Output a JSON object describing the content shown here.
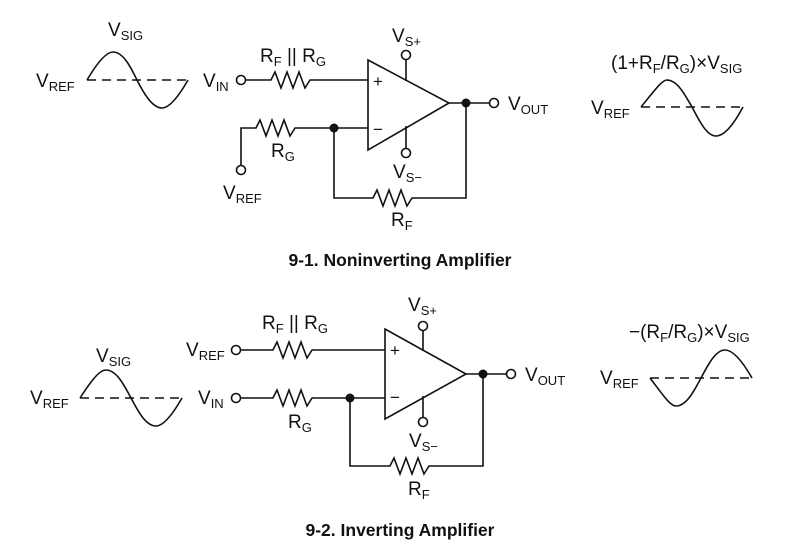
{
  "figures": [
    {
      "id": "noninverting",
      "caption": "9-1. Noninverting Amplifier",
      "input_waveform": {
        "label_main": "V",
        "label_sub": "SIG",
        "ref_main": "V",
        "ref_sub": "REF",
        "phase": "positive-first"
      },
      "inputs": {
        "plus_terminal": {
          "main": "V",
          "sub": "IN"
        },
        "minus_terminal": {
          "main": "V",
          "sub": "REF"
        }
      },
      "resistors": {
        "plus_path": {
          "r1": "R",
          "r1_sub": "F",
          "sep": " || ",
          "r2": "R",
          "r2_sub": "G"
        },
        "gain": {
          "main": "R",
          "sub": "G"
        },
        "feedback": {
          "main": "R",
          "sub": "F"
        }
      },
      "opamp": {
        "plus_sign": "+",
        "minus_sign": "−",
        "supply_pos": {
          "main": "V",
          "sub": "S+"
        },
        "supply_neg": {
          "main": "V",
          "sub": "S−"
        }
      },
      "output": {
        "main": "V",
        "sub": "OUT"
      },
      "output_waveform": {
        "formula": [
          "(1+R",
          "F",
          "/R",
          "G",
          ")×V",
          "SIG"
        ],
        "ref_main": "V",
        "ref_sub": "REF",
        "phase": "positive-first"
      }
    },
    {
      "id": "inverting",
      "caption": "9-2. Inverting Amplifier",
      "input_waveform": {
        "label_main": "V",
        "label_sub": "SIG",
        "ref_main": "V",
        "ref_sub": "REF",
        "phase": "positive-first"
      },
      "inputs": {
        "plus_terminal": {
          "main": "V",
          "sub": "REF"
        },
        "minus_terminal": {
          "main": "V",
          "sub": "IN"
        }
      },
      "resistors": {
        "plus_path": {
          "r1": "R",
          "r1_sub": "F",
          "sep": " || ",
          "r2": "R",
          "r2_sub": "G"
        },
        "gain": {
          "main": "R",
          "sub": "G"
        },
        "feedback": {
          "main": "R",
          "sub": "F"
        }
      },
      "opamp": {
        "plus_sign": "+",
        "minus_sign": "−",
        "supply_pos": {
          "main": "V",
          "sub": "S+"
        },
        "supply_neg": {
          "main": "V",
          "sub": "S−"
        }
      },
      "output": {
        "main": "V",
        "sub": "OUT"
      },
      "output_waveform": {
        "formula": [
          "−(R",
          "F",
          "/R",
          "G",
          ")×V",
          "SIG"
        ],
        "ref_main": "V",
        "ref_sub": "REF",
        "phase": "negative-first"
      }
    }
  ]
}
